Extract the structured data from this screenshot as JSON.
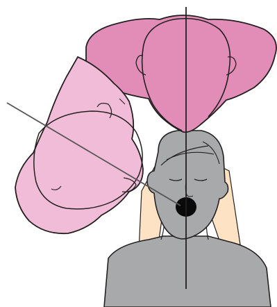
{
  "colors": {
    "background": "#ffffff",
    "head_pink_dark": "#e18db8",
    "head_pink_light": "#f1bcd7",
    "patient_gray": "#a8a9ab",
    "patient_gray_dark": "#8e8f91",
    "pillow": "#fde3c3",
    "mouth": "#0a0a0a",
    "outline": "#231f20",
    "axis_line": "#231f20",
    "sight_line": "#555555"
  },
  "icons": {
    "patient": "supine-patient-figure",
    "mouth": "open-mouth",
    "pillow": "pillow-block",
    "head_upper": "examiner-head-top-view",
    "head_left": "examiner-head-tilted-view"
  }
}
